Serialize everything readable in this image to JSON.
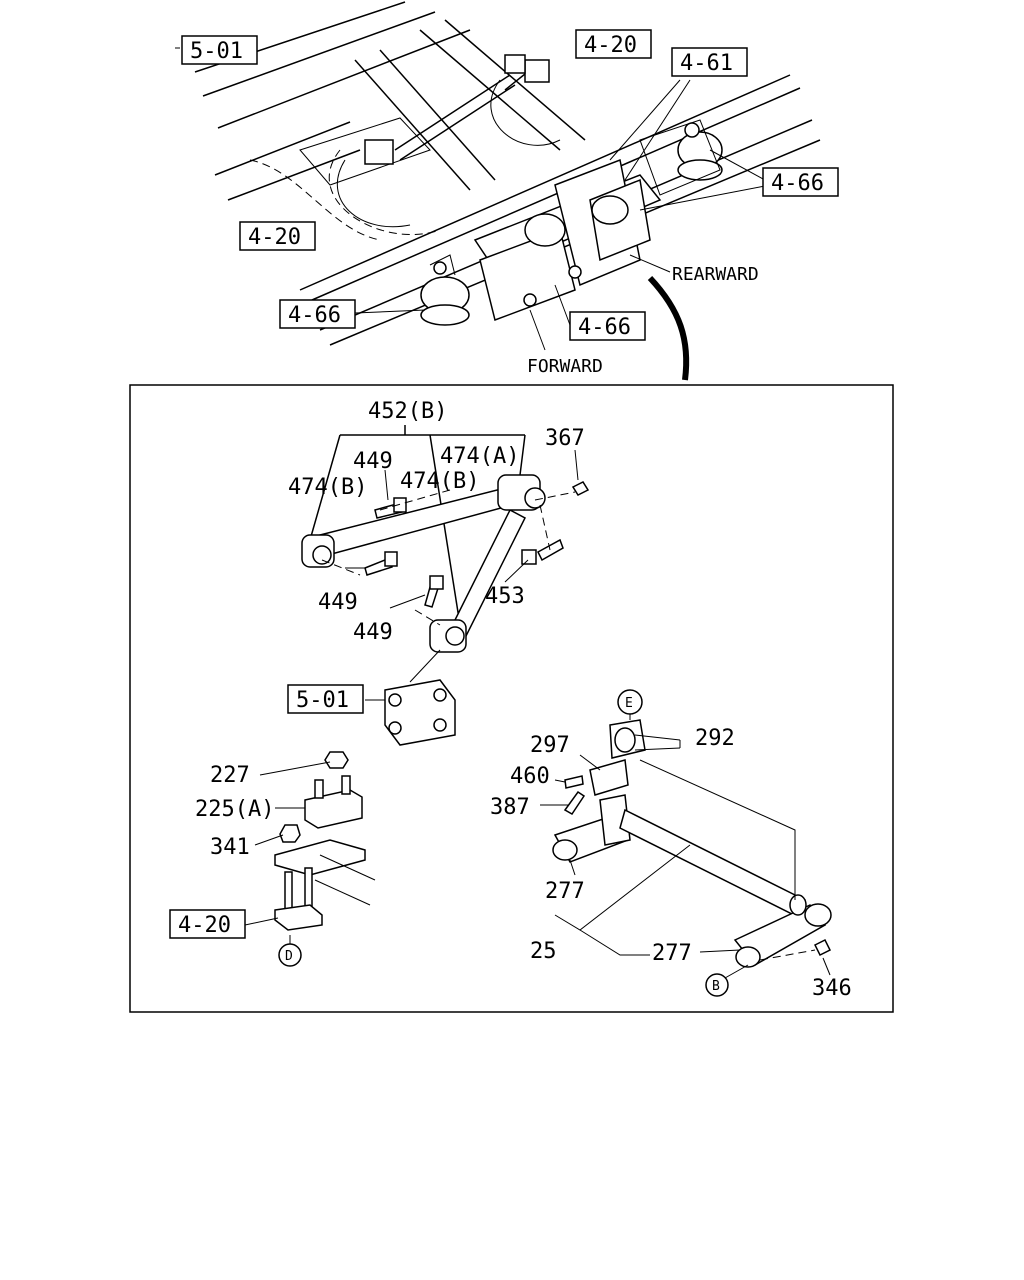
{
  "upper_view": {
    "refs": {
      "ref_501": "5-01",
      "ref_420_top": "4-20",
      "ref_461": "4-61",
      "ref_466_right": "4-66",
      "ref_420_left": "4-20",
      "ref_466_left": "4-66",
      "ref_466_bottom": "4-66"
    },
    "direction_labels": {
      "rearward": "REARWARD",
      "forward": "FORWARD"
    }
  },
  "detail_view": {
    "parts": {
      "p452b": "452(B)",
      "p474a": "474(A)",
      "p367": "367",
      "p449_a": "449",
      "p474b_left": "474(B)",
      "p474b_mid": "474(B)",
      "p449_b": "449",
      "p453": "453",
      "p449_c": "449",
      "p297": "297",
      "p292": "292",
      "p460": "460",
      "p387": "387",
      "p227": "227",
      "p225a": "225(A)",
      "p341": "341",
      "p277_a": "277",
      "p25": "25",
      "p277_b": "277",
      "p346": "346"
    },
    "refs": {
      "ref_501": "5-01",
      "ref_420": "4-20"
    },
    "callouts": {
      "e": "E",
      "d": "D",
      "b": "B"
    }
  }
}
